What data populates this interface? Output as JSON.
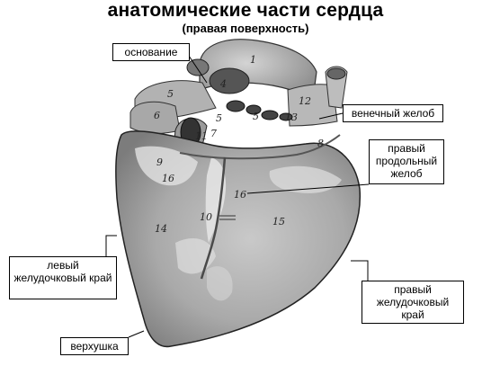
{
  "title": "анатомические части сердца",
  "subtitle": "(правая поверхность)",
  "labels": {
    "base": "основание",
    "coronary_groove": "венечный желоб",
    "right_longitudinal_groove": "правый продольный желоб",
    "left_ventricular_edge": "левый желудочковый край",
    "right_ventricular_edge": "правый желудочковый край",
    "apex": "верхушка"
  },
  "numbers": {
    "n1": "1",
    "n4": "4",
    "n5a": "5",
    "n5b": "5",
    "n5c": "5",
    "n6": "6",
    "n7": "7",
    "n8": "8",
    "n9": "9",
    "n10": "10",
    "n11": "11",
    "n12": "12",
    "n13": "13",
    "n14": "14",
    "n15": "15",
    "n16a": "16",
    "n16b": "16"
  }
}
